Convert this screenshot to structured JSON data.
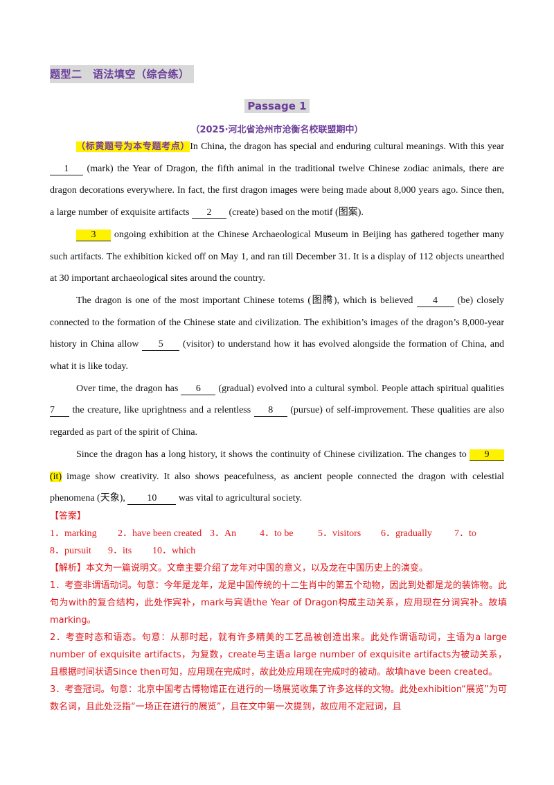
{
  "section_title": "题型二　语法填空（综合练）",
  "passage_title": "Passage 1",
  "source": "（2025·河北省沧州市沧衡名校联盟期中）",
  "tag": "（标黄题号为本专题考点）",
  "p1": {
    "a": "In China, the dragon has special and enduring cultural meanings. With this year ",
    "b1": "1",
    "c": " (mark) the Year of Dragon, the fifth animal in the traditional twelve Chinese zodiac animals, there are dragon decorations everywhere. In fact, the first dragon images were being made about 8,000 years ago. Since then, a large number of exquisite artifacts ",
    "b2": "2",
    "d": " (create) based on the motif (图案)."
  },
  "p2": {
    "b3": "3",
    "a": " ongoing exhibition at the Chinese Archaeological Museum in Beijing has gathered together many such artifacts. The exhibition kicked off on May 1, and ran till December 31. It is a display of 112 objects unearthed at 30 important archaeological sites around the country."
  },
  "p3": {
    "a": "The dragon is one of the most important Chinese totems (图腾), which is believed ",
    "b4": "4",
    "b": " (be) closely connected to the formation of the Chinese state and civilization. The exhibition’s images of the dragon’s 8,000-year history in China allow ",
    "b5": "5",
    "c": " (visitor) to understand how it has evolved alongside the formation of China, and what it is like today."
  },
  "p4": {
    "a": "Over time, the dragon has ",
    "b6": "6",
    "b": " (gradual) evolved into a cultural symbol. People attach spiritual qualities ",
    "b7": "7",
    "c": " the creature, like uprightness and a relentless ",
    "b8": "8",
    "d": " (pursue) of self-improvement. These qualities are also regarded as part of the spirit of China."
  },
  "p5": {
    "a": "Since the dragon has a long history, it shows the continuity of Chinese civilization. The changes to ",
    "b9": "9",
    "hint9": "(it)",
    "b": " image show creativity. It also shows peacefulness, as ancient people connected the dragon with celestial phenomena (天象), ",
    "b10": "10",
    "c": " was vital to agricultural society."
  },
  "answer_label": "【答案】",
  "answers": [
    "1．marking",
    "2．have been created",
    "3．An",
    "4．to be",
    "5．visitors",
    "6．gradually",
    "7．to",
    "8．pursuit",
    "9．its",
    "10．which"
  ],
  "analysis_label": "【解析】",
  "analysis_intro": "本文为一篇说明文。文章主要介绍了龙年对中国的意义，以及龙在中国历史上的演变。",
  "explanations": [
    "1．考查非谓语动词。句意：今年是龙年，龙是中国传统的十二生肖中的第五个动物，因此到处都是龙的装饰物。此句为with的复合结构，此处作宾补，mark与宾语the Year of Dragon构成主动关系，应用现在分词宾补。故填marking。",
    "2．考查时态和语态。句意：从那时起，就有许多精美的工艺品被创造出来。此处作谓语动词，主语为a large number of exquisite artifacts，为复数，create与主语a large number of exquisite artifacts为被动关系，且根据时间状语Since then可知，应用现在完成时，故此处应用现在完成时的被动。故填have been created。",
    "3．考查冠词。句意：北京中国考古博物馆正在进行的一场展览收集了许多这样的文物。此处exhibition“展览”为可数名词，且此处泛指“一场正在进行的展览”，且在文中第一次提到，故应用不定冠词，且"
  ]
}
